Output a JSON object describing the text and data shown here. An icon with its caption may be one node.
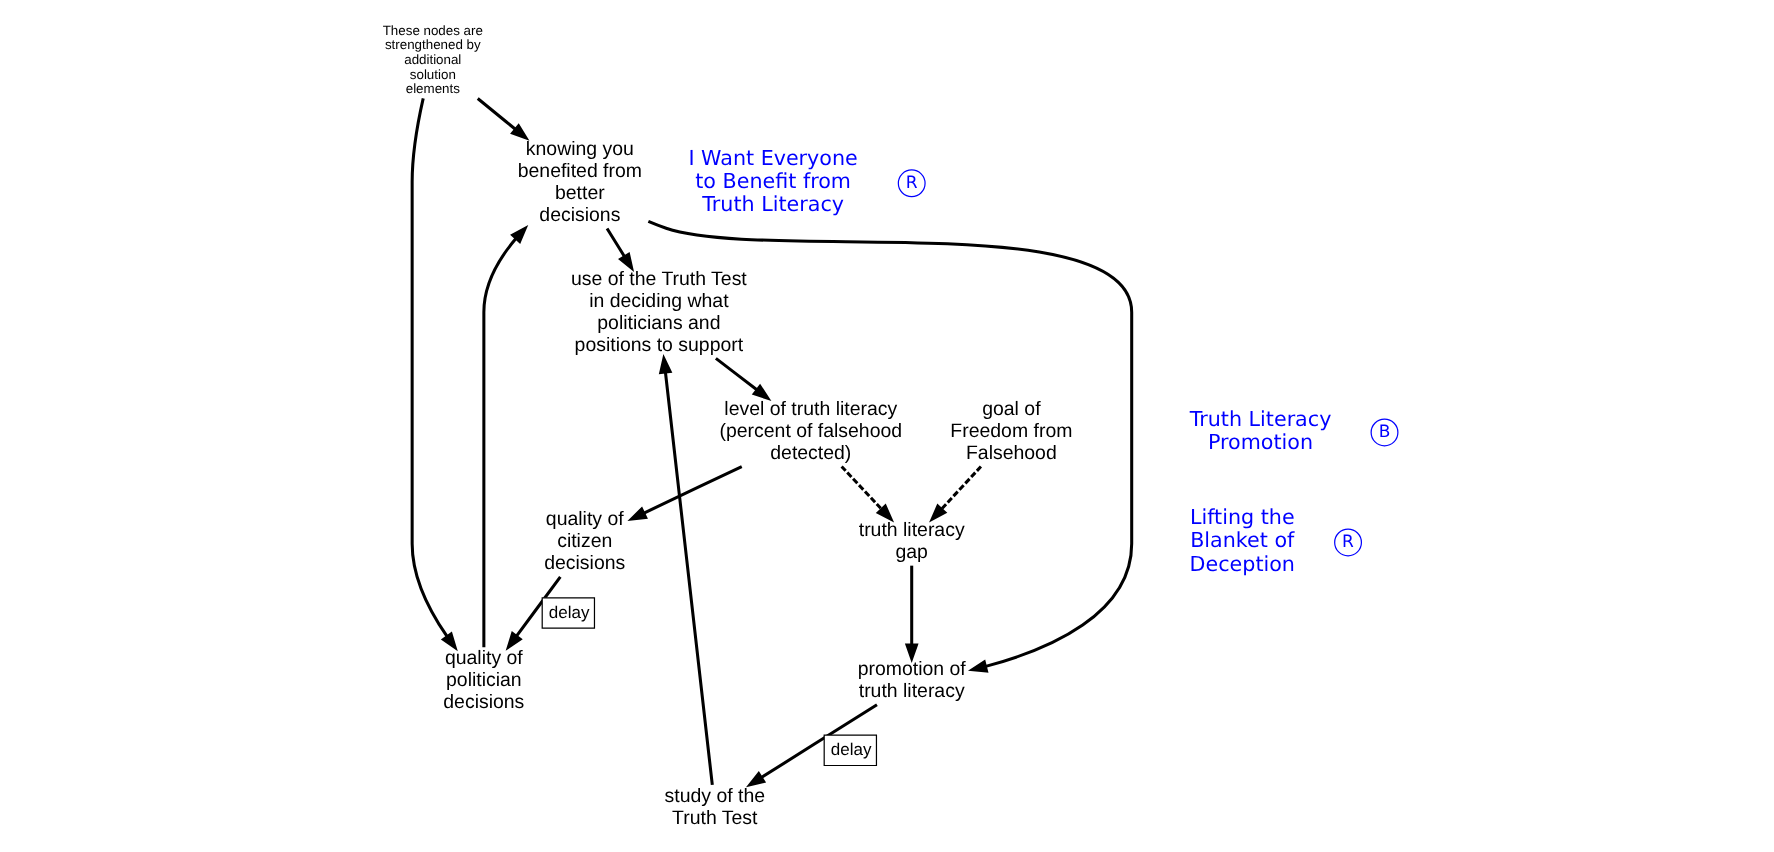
{
  "diagram": {
    "nodes": [
      {
        "text": [
          "These nodes are strengthened by additional solution elements"
        ]
      },
      {
        "text": [
          "knowing you benefited from better decisions"
        ]
      },
      {
        "text": [
          "use of the Truth Test in deciding what politicians and positions to support"
        ]
      },
      {
        "text": [
          "study of the Truth Test"
        ]
      },
      {
        "text": [
          "promotion of truth literacy"
        ]
      },
      {
        "text": [
          "truth literacy gap"
        ]
      },
      {
        "text": [
          "level of truth literacy (percent of falsehood detected)"
        ]
      },
      {
        "text": [
          "quality of citizen decisions"
        ]
      },
      {
        "text": [
          "quality of politician decisions"
        ]
      },
      {
        "text": [
          "goal of Freedom from Falsehood"
        ]
      }
    ],
    "edges": [
      {
        "from": 0,
        "to": 1,
        "arrow": "to"
      },
      {
        "from": 0,
        "to": 8,
        "arrow": "to"
      },
      {
        "from": 1,
        "to": 2,
        "arrow": "to"
      },
      {
        "from": 1,
        "to": 4,
        "arrow": "to"
      },
      {
        "from": 3,
        "to": 2,
        "arrow": "to"
      },
      {
        "from": 4,
        "to": 3,
        "arrow": "to",
        "label": "delay"
      },
      {
        "from": 5,
        "to": 4,
        "arrow": "to"
      },
      {
        "from": 2,
        "to": 6,
        "arrow": "to"
      },
      {
        "from": 6,
        "to": 5,
        "arrow": "to",
        "style": "dashed"
      },
      {
        "from": 6,
        "to": 7,
        "arrow": "to"
      },
      {
        "from": 7,
        "to": 8,
        "arrow": "to",
        "label": "delay"
      },
      {
        "from": 8,
        "to": 1,
        "arrow": "to"
      },
      {
        "from": 9,
        "to": 5,
        "arrow": "to",
        "style": "dashed"
      }
    ],
    "labels": [
      "I Want Everyone to Benefit from Truth Literacy",
      "R",
      "Truth Literacy Promotion",
      "B",
      "Lifting the Blanket of Deception",
      "R"
    ]
  }
}
